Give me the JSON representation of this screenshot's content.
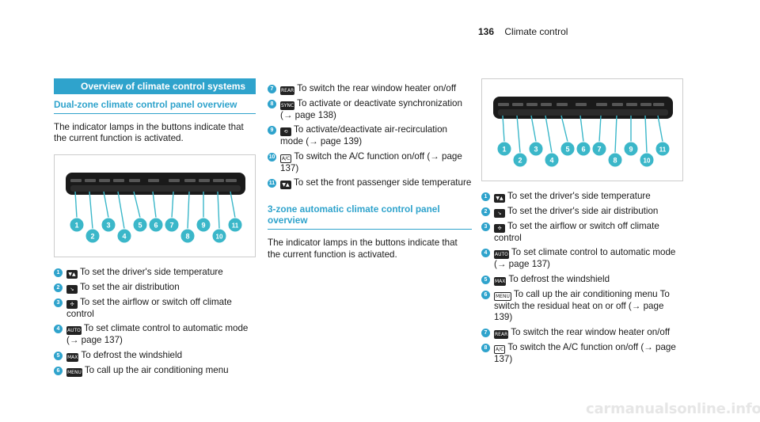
{
  "header": {
    "page_number": "136",
    "title": "Climate control"
  },
  "section1": {
    "band_title": "Overview of climate control systems",
    "subhead": "Dual-zone climate control panel overview",
    "intro": "The indicator lamps in the buttons indicate that the current function is activated.",
    "items": [
      {
        "n": "1",
        "icon": "temperature-icon",
        "text": "To set the driver's side temperature"
      },
      {
        "n": "2",
        "icon": "air-distribution-icon",
        "text": "To set the air distribution"
      },
      {
        "n": "3",
        "icon": "airflow-icon",
        "text": "To set the airflow or switch off climate control"
      },
      {
        "n": "4",
        "icon": "auto-icon",
        "text": "To set climate control to automatic mode (→ page 137)"
      },
      {
        "n": "5",
        "icon": "max-defrost-icon",
        "text": "To defrost the windshield"
      },
      {
        "n": "6",
        "icon": "menu-icon",
        "text": "To call up the air conditioning menu"
      }
    ]
  },
  "section2": {
    "items": [
      {
        "n": "7",
        "icon": "rear-defrost-icon",
        "text": "To switch the rear window heater on/off"
      },
      {
        "n": "8",
        "icon": "sync-icon",
        "text": "To activate or deactivate synchronization (→ page 138)"
      },
      {
        "n": "9",
        "icon": "recirculation-icon",
        "text": "To activate/deactivate air-recirculation mode (→ page 139)"
      },
      {
        "n": "10",
        "icon": "ac-icon",
        "text": "To switch the A/C function on/off (→ page 137)"
      },
      {
        "n": "11",
        "icon": "temperature-icon",
        "text": "To set the front passenger side temperature"
      }
    ],
    "subhead": "3-zone automatic climate control panel overview",
    "intro": "The indicator lamps in the buttons indicate that the current function is activated."
  },
  "section3": {
    "items": [
      {
        "n": "1",
        "icon": "temperature-icon",
        "text": "To set the driver's side temperature"
      },
      {
        "n": "2",
        "icon": "air-distribution-icon",
        "text": "To set the driver's side air distribution"
      },
      {
        "n": "3",
        "icon": "airflow-icon",
        "text": "To set the airflow or switch off climate control"
      },
      {
        "n": "4",
        "icon": "auto-icon",
        "text": "To set climate control to automatic mode (→ page 137)"
      },
      {
        "n": "5",
        "icon": "max-defrost-icon",
        "text": "To defrost the windshield"
      },
      {
        "n": "6",
        "icon": "menu-rest-icon",
        "text": "To call up the air conditioning menu To switch the residual heat on or off (→ page 139)"
      },
      {
        "n": "7",
        "icon": "rear-defrost-icon",
        "text": "To switch the rear window heater on/off"
      },
      {
        "n": "8",
        "icon": "ac-icon",
        "text": "To switch the A/C function on/off (→ page 137)"
      }
    ]
  },
  "icon_glyphs": {
    "temperature-icon": "▼▲",
    "air-distribution-icon": "↘",
    "airflow-icon": "✣",
    "auto-icon": "AUTO",
    "max-defrost-icon": "MAX",
    "menu-icon": "MENU",
    "menu-rest-icon": "MENU",
    "rear-defrost-icon": "REAR",
    "sync-icon": "SYNC",
    "recirculation-icon": "⟲",
    "ac-icon": "A/C"
  },
  "colors": {
    "accent": "#2fa3cc",
    "callout": "#3bb7c9",
    "panel": "#1a1a1a"
  },
  "watermark": "carmanualsonline.info"
}
